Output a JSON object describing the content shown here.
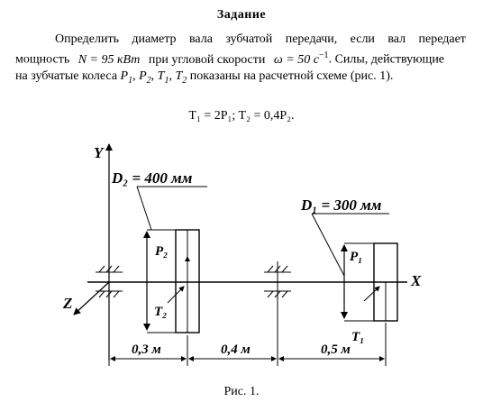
{
  "task": {
    "title": "Задание",
    "line1": {
      "a": "Определить",
      "b": "диаметр",
      "c": "вала",
      "d": "зубчатой",
      "e": "передачи,",
      "f": "если",
      "g": "вал",
      "h": "передает"
    },
    "line2": {
      "a": "мощность",
      "b": "N = 95 кВт",
      "c": "при угловой скорости",
      "d": "ω = 50  c",
      "d_sup": "−1",
      "e": ". Силы, действующие"
    },
    "line3": {
      "a": "на зубчатые колеса",
      "b": "P",
      "b_sub": "1",
      "c": ", ",
      "d": "P",
      "d_sub": "2",
      "e": ", ",
      "f": "T",
      "f_sub": "1",
      "g": ", ",
      "h": "T",
      "h_sub": "2",
      "i": " показаны на расчетной схеме (рис. 1)."
    },
    "formula": "T₁ = 2P₁;  T₂ = 0,4P₂."
  },
  "scheme": {
    "axis_y": "Y",
    "axis_x": "X",
    "axis_z": "Z",
    "d2_label": "D₂ = 400 мм",
    "d1_label": "D₁ = 300 мм",
    "p2": "P₂",
    "t2": "T₂",
    "p1": "P₁",
    "t1": "T₁",
    "dim1": "0,3 м",
    "dim2": "0,4 м",
    "dim3": "0,5 м"
  },
  "caption": "Рис. 1."
}
